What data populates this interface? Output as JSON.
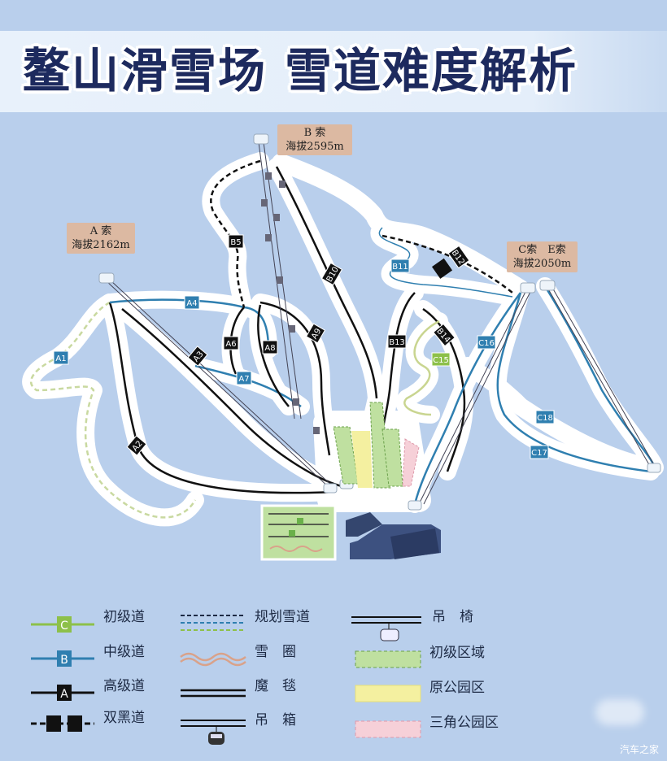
{
  "title": {
    "part1": "鳌山滑雪场",
    "part2": "雪道难度解析"
  },
  "lifts": {
    "a": {
      "name": "A 索",
      "altitude": "海拔2162m"
    },
    "b": {
      "name": "B 索",
      "altitude": "海拔2595m"
    },
    "ce": {
      "name": "C索　E索",
      "altitude": "海拔2050m"
    }
  },
  "trails": [
    {
      "label": "A1",
      "level": "intermediate"
    },
    {
      "label": "A2",
      "level": "advanced"
    },
    {
      "label": "A3",
      "level": "advanced"
    },
    {
      "label": "A4",
      "level": "intermediate"
    },
    {
      "label": "A6",
      "level": "advanced"
    },
    {
      "label": "A7",
      "level": "intermediate"
    },
    {
      "label": "A8",
      "level": "advanced"
    },
    {
      "label": "A9",
      "level": "advanced"
    },
    {
      "label": "B5",
      "level": "advanced"
    },
    {
      "label": "B10",
      "level": "advanced"
    },
    {
      "label": "B11",
      "level": "intermediate"
    },
    {
      "label": "B12",
      "level": "double-black"
    },
    {
      "label": "B13",
      "level": "advanced"
    },
    {
      "label": "B14",
      "level": "advanced"
    },
    {
      "label": "C15",
      "level": "beginner"
    },
    {
      "label": "C16",
      "level": "intermediate"
    },
    {
      "label": "C17",
      "level": "intermediate"
    },
    {
      "label": "C18",
      "level": "intermediate"
    }
  ],
  "colors": {
    "beginner": "#8dc04a",
    "intermediate": "#2f7fb0",
    "advanced": "#111111",
    "background": "#b9cfec",
    "title": "#1d2a5e"
  },
  "legend": {
    "beginner": {
      "badge": "C",
      "label": "初级道"
    },
    "intermediate": {
      "badge": "B",
      "label": "中级道"
    },
    "advanced": {
      "badge": "A",
      "label": "高级道"
    },
    "double_black": {
      "label": "双黑道"
    },
    "planned": {
      "label": "规划雪道"
    },
    "tubing": {
      "label": "雪　圈"
    },
    "magic_carpet": {
      "label": "魔　毯"
    },
    "gondola": {
      "label": "吊　箱"
    },
    "chairlift": {
      "label": "吊　椅"
    },
    "beginner_area": {
      "label": "初级区域"
    },
    "old_park": {
      "label": "原公园区"
    },
    "triangle_park": {
      "label": "三角公园区"
    }
  },
  "watermark": "汽车之家"
}
